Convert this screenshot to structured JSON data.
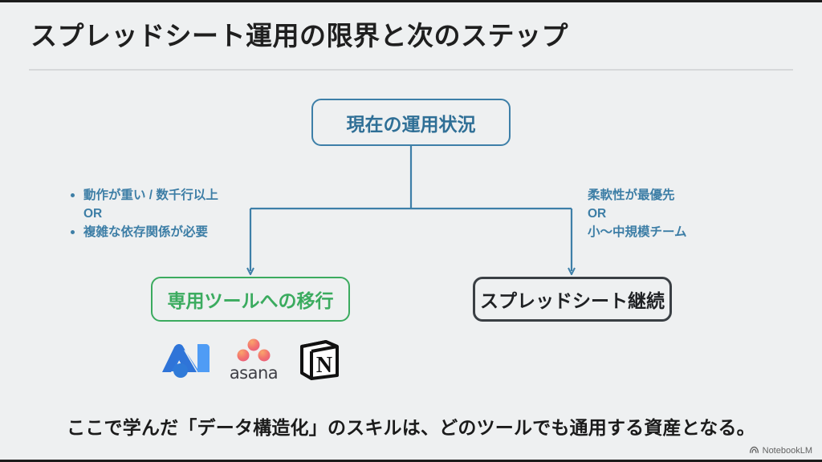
{
  "slide": {
    "title": "スプレッドシート運用の限界と次のステップ",
    "caption": "ここで学んだ「データ構造化」のスキルは、どのツールでも通用する資産となる。"
  },
  "diagram": {
    "root": {
      "label": "現在の運用状況",
      "color": "#2f6f96"
    },
    "branch_left": {
      "conditions": [
        "動作が重い / 数千行以上",
        "OR",
        "複雑な依存関係が必要"
      ],
      "node": {
        "label": "専用ツールへの移行",
        "color": "#3bab5f"
      }
    },
    "branch_right": {
      "conditions": [
        "柔軟性が最優先",
        "OR",
        "小〜中規模チーム"
      ],
      "node": {
        "label": "スプレッドシート継続",
        "color": "#1f2124"
      }
    },
    "tools": [
      {
        "name": "nulab-logo",
        "label": ""
      },
      {
        "name": "asana-logo",
        "label": "asana"
      },
      {
        "name": "notion-logo",
        "label": "N"
      }
    ]
  },
  "branding": {
    "watermark": "NotebookLM"
  },
  "colors": {
    "background": "#eef0f1",
    "accent_blue": "#3d7fa8",
    "accent_green": "#3bab5f",
    "accent_dark": "#3a3f44",
    "condition_text": "#3d7ea6"
  }
}
